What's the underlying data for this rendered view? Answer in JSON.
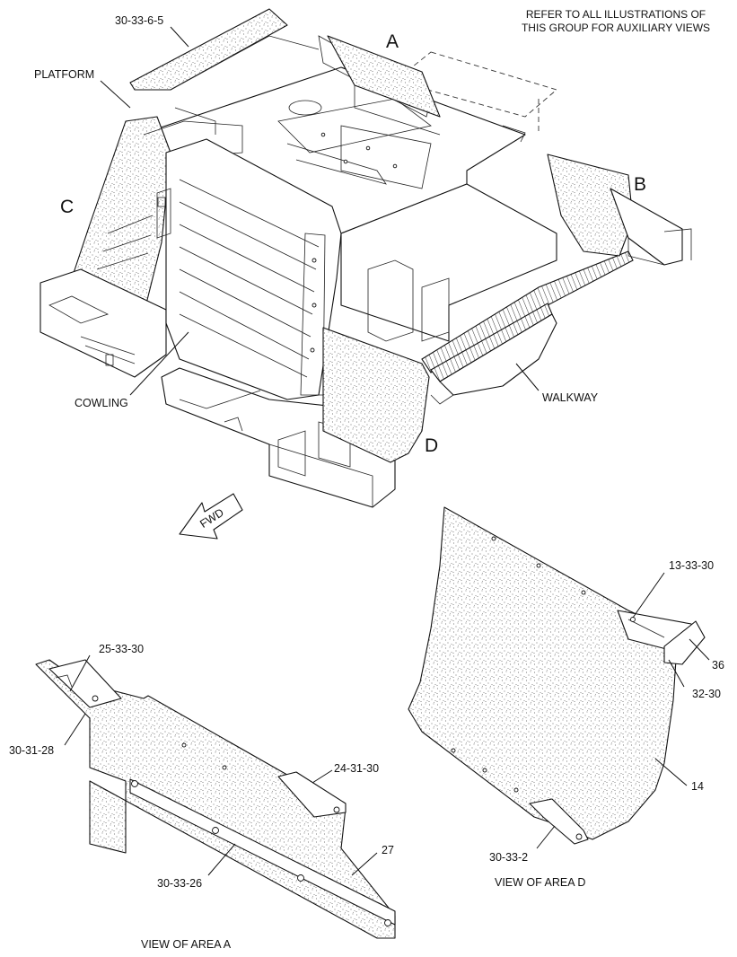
{
  "note": {
    "line1": "REFER TO ALL ILLUSTRATIONS OF",
    "line2": "THIS GROUP FOR AUXILIARY VIEWS"
  },
  "area_letters": {
    "a": "A",
    "b": "B",
    "c": "C",
    "d": "D"
  },
  "labels": {
    "platform": "PLATFORM",
    "cowling": "COWLING",
    "walkway": "WALKWAY",
    "fwd": "FWD"
  },
  "callouts": {
    "c_30_33_6_5": "30-33-6-5",
    "c_25_33_30": "25-33-30",
    "c_30_31_28": "30-31-28",
    "c_24_31_30": "24-31-30",
    "c_27": "27",
    "c_30_33_26": "30-33-26",
    "c_13_33_30": "13-33-30",
    "c_36": "36",
    "c_32_30": "32-30",
    "c_14": "14",
    "c_30_33_2": "30-33-2"
  },
  "views": {
    "area_a": "VIEW OF AREA A",
    "area_d": "VIEW OF AREA D"
  }
}
